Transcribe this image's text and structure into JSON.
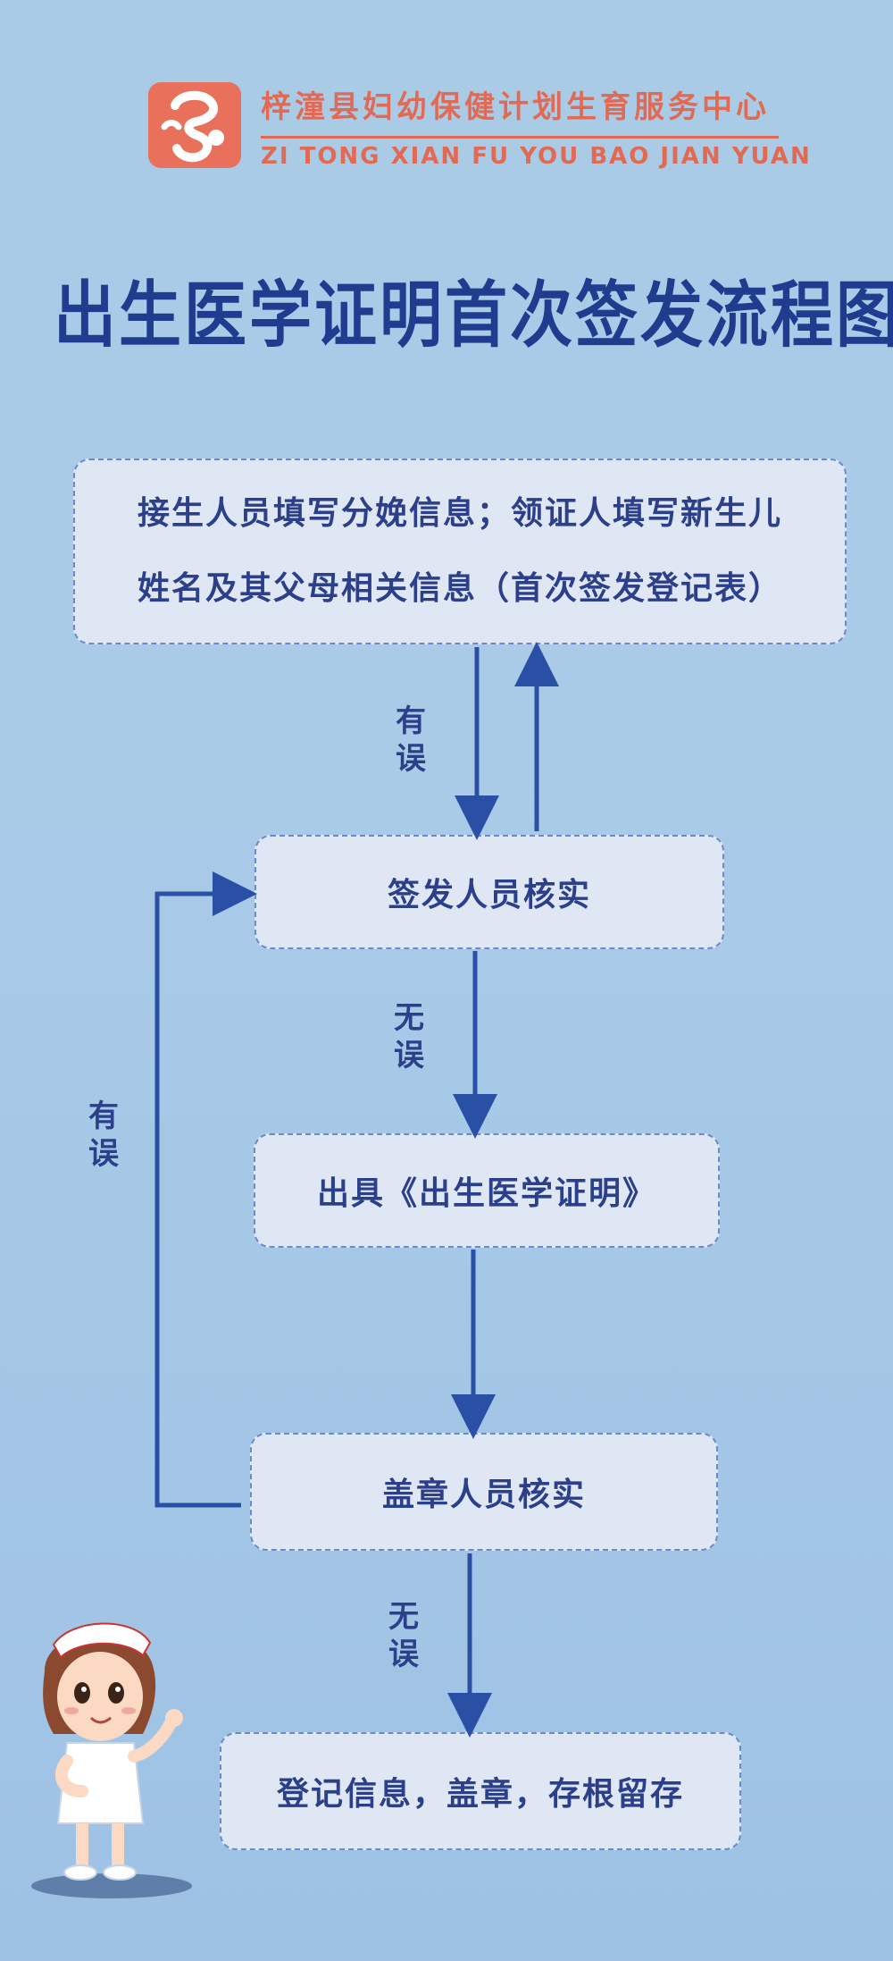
{
  "header": {
    "org_cn": "梓潼县妇幼保健计划生育服务中心",
    "org_en": "ZI TONG XIAN FU YOU BAO JIAN YUAN",
    "logo_icon": "stylized-mother-child-icon",
    "brand_color": "#e16a55"
  },
  "title": "出生医学证明首次签发流程图",
  "flow": {
    "steps": [
      "接生人员填写分娩信息；领证人填写新生儿",
      "姓名及其父母相关信息（首次签发登记表）",
      "签发人员核实",
      "出具《出生医学证明》",
      "盖章人员核实",
      "登记信息，盖章，存根留存"
    ],
    "labels": {
      "error_1a": "有",
      "error_1b": "误",
      "ok_1a": "无",
      "ok_1b": "误",
      "error_2a": "有",
      "error_2b": "误",
      "ok_2a": "无",
      "ok_2b": "误"
    },
    "arrow_color": "#2a50a6",
    "box_color": "#dfe7f4"
  },
  "mascot": {
    "icon": "nurse-cartoon-icon"
  }
}
